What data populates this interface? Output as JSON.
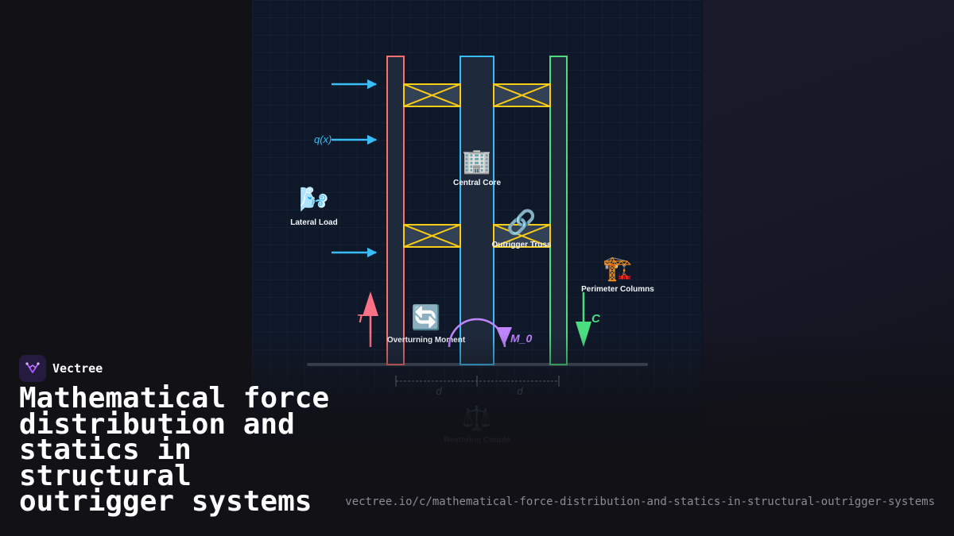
{
  "brand": {
    "name": "Vectree"
  },
  "title": "Mathematical force distribution and statics in structural outrigger systems",
  "url": "vectree.io/c/mathematical-force-distribution-and-statics-in-structural-outrigger-systems",
  "diagram": {
    "load_label": "q(x)",
    "labels": {
      "lateral_load": "Lateral Load",
      "central_core": "Central Core",
      "outrigger_truss": "Outrigger Truss",
      "perimeter_columns": "Perimeter Columns",
      "overturning_moment": "Overturning Moment",
      "restoring_couple": "Restoring Couple"
    },
    "forces": {
      "tension": "T",
      "compression": "C",
      "moment": "M_0"
    },
    "dimensions": {
      "left": "d",
      "right": "d"
    },
    "icons": {
      "lateral_load": "wind-icon",
      "central_core": "office-building-icon",
      "outrigger_truss": "link-icon",
      "perimeter_columns": "construction-crane-icon",
      "overturning_moment": "rotation-arrows-icon",
      "restoring_couple": "balance-scale-icon",
      "brand": "vectree-logo-icon"
    },
    "colors": {
      "core": "#38bdf8",
      "left_column": "#f87171",
      "right_column": "#4ade80",
      "truss": "#facc15",
      "load_arrows": "#38bdf8",
      "tension": "#fb7185",
      "compression": "#4ade80",
      "moment": "#c084fc"
    }
  }
}
